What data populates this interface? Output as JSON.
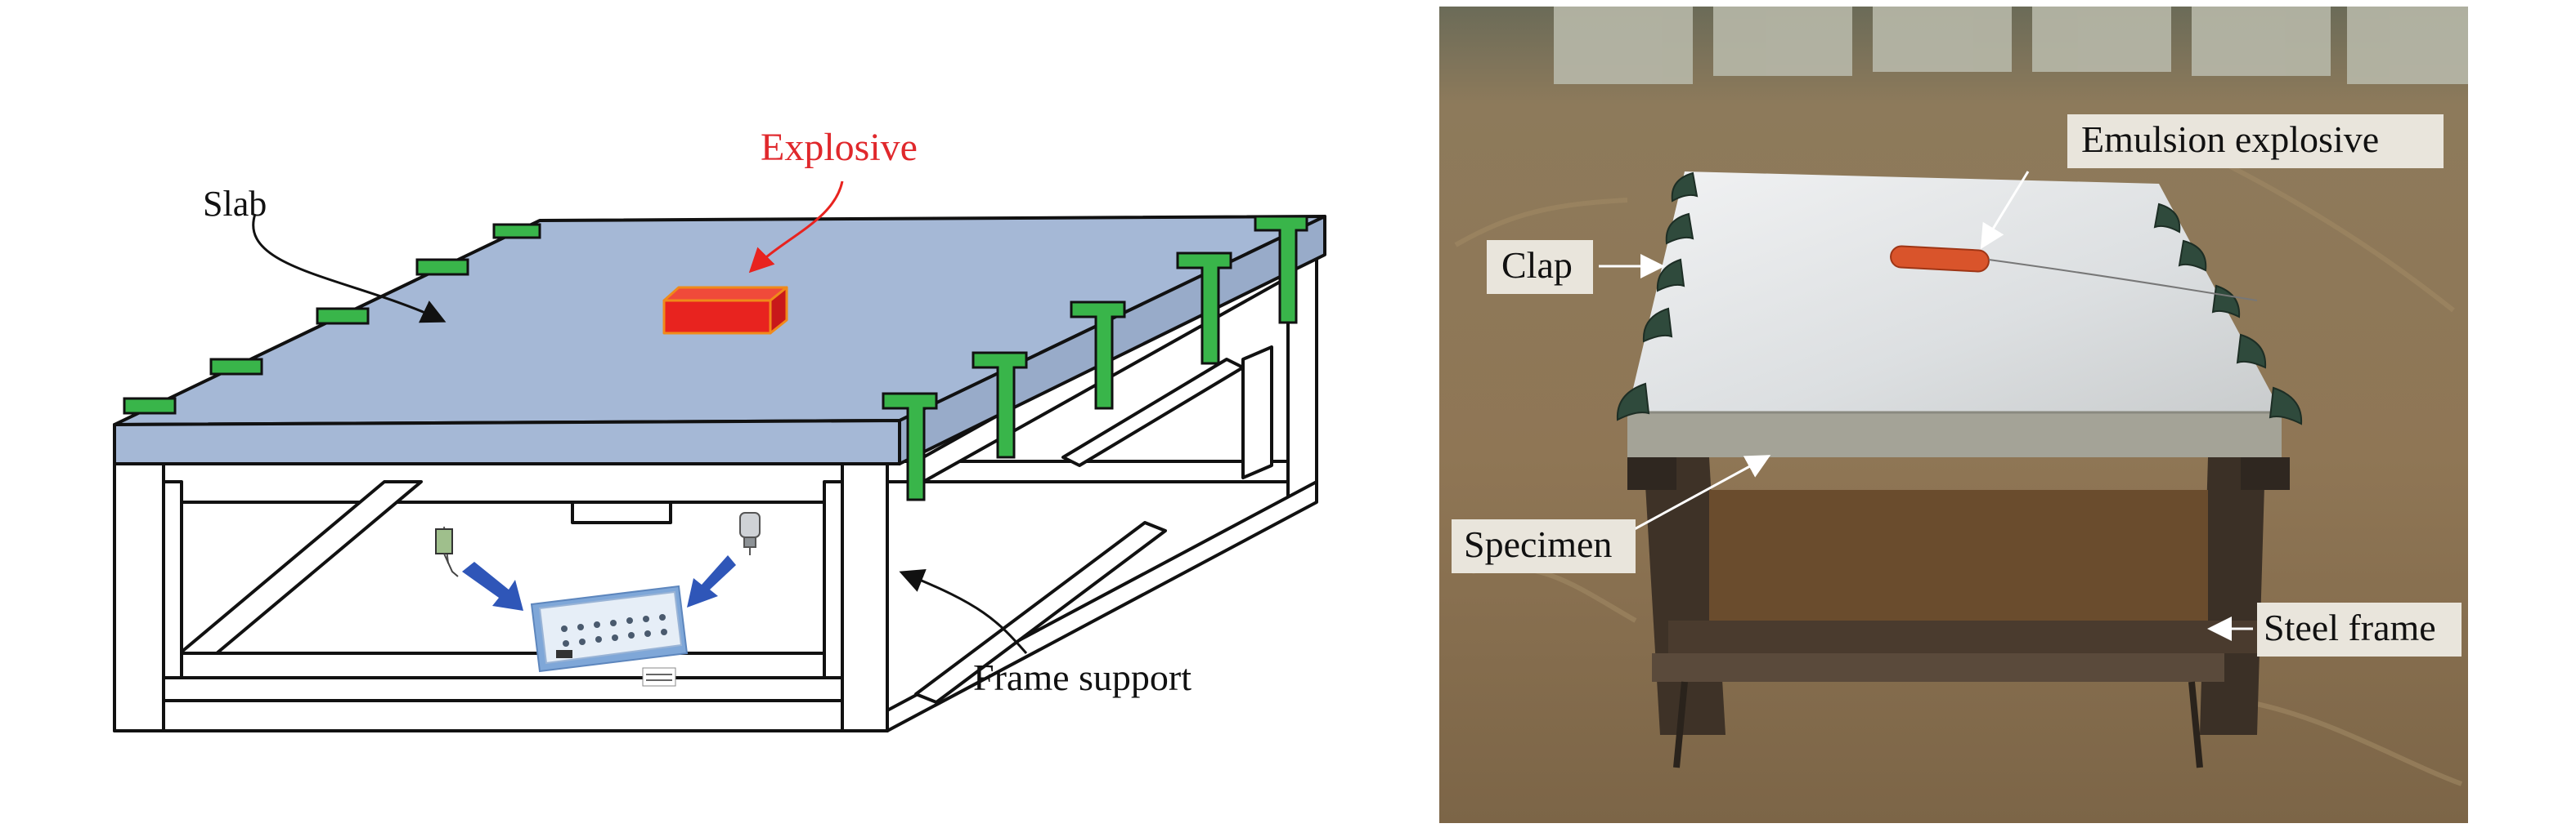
{
  "diagram": {
    "labels": {
      "slab": "Slab",
      "explosive": "Explosive",
      "frame_support": "Frame support"
    }
  },
  "photo": {
    "labels": {
      "emulsion_explosive": "Emulsion explosive",
      "clap": "Clap",
      "specimen": "Specimen",
      "steel_frame": "Steel frame"
    }
  },
  "colors": {
    "slab_fill": "#a5b8d6",
    "explosive": "#e8231f",
    "explosive_label": "#e0282c",
    "clamp": "#39b54a",
    "arrow_blue": "#2f56b8",
    "callout_bg": "#e9e5dc",
    "soil": "#8a7455"
  }
}
